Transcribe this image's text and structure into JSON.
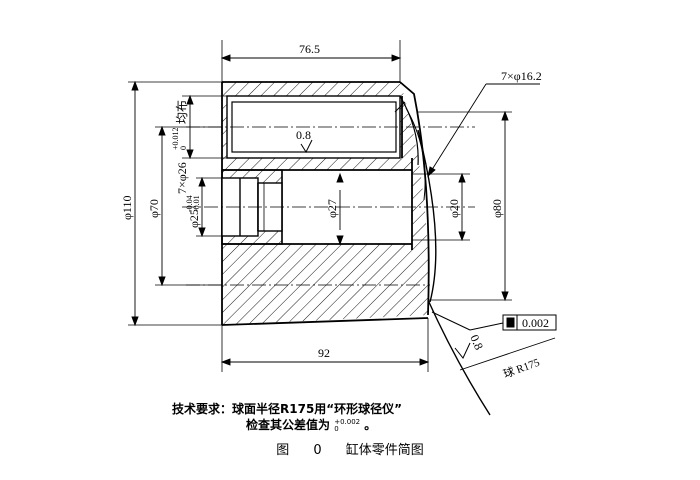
{
  "dimensions": {
    "top_length": "76.5",
    "bottom_length": "92",
    "outer_diameter": "φ110",
    "bore_diameter": "φ70",
    "hole_pattern": "7×φ16.2",
    "pocket_spec": "7×φ26",
    "pocket_tolerance_upper": "+0.012",
    "pocket_tolerance_lower": "0",
    "pocket_note": "均布",
    "port_diameter": "φ25",
    "port_tolerance_upper": "-0.04",
    "port_tolerance_lower": "-0.01",
    "center_bore": "φ27",
    "small_bore": "φ20",
    "pitch_diameter": "φ80",
    "roughness_inner": "0.8",
    "roughness_face": "0.8",
    "flatness_tolerance": "0.002",
    "sphere_radius": "球 R175"
  },
  "notes": {
    "line1": "技术要求：球面半径R175用“环形球径仪”",
    "line2_prefix": "检查其公差值为",
    "line2_tol_upper": "+0.002",
    "line2_tol_lower": "0",
    "line2_suffix": "。"
  },
  "caption": {
    "label": "图",
    "number": "0",
    "title": "缸体零件简图"
  }
}
